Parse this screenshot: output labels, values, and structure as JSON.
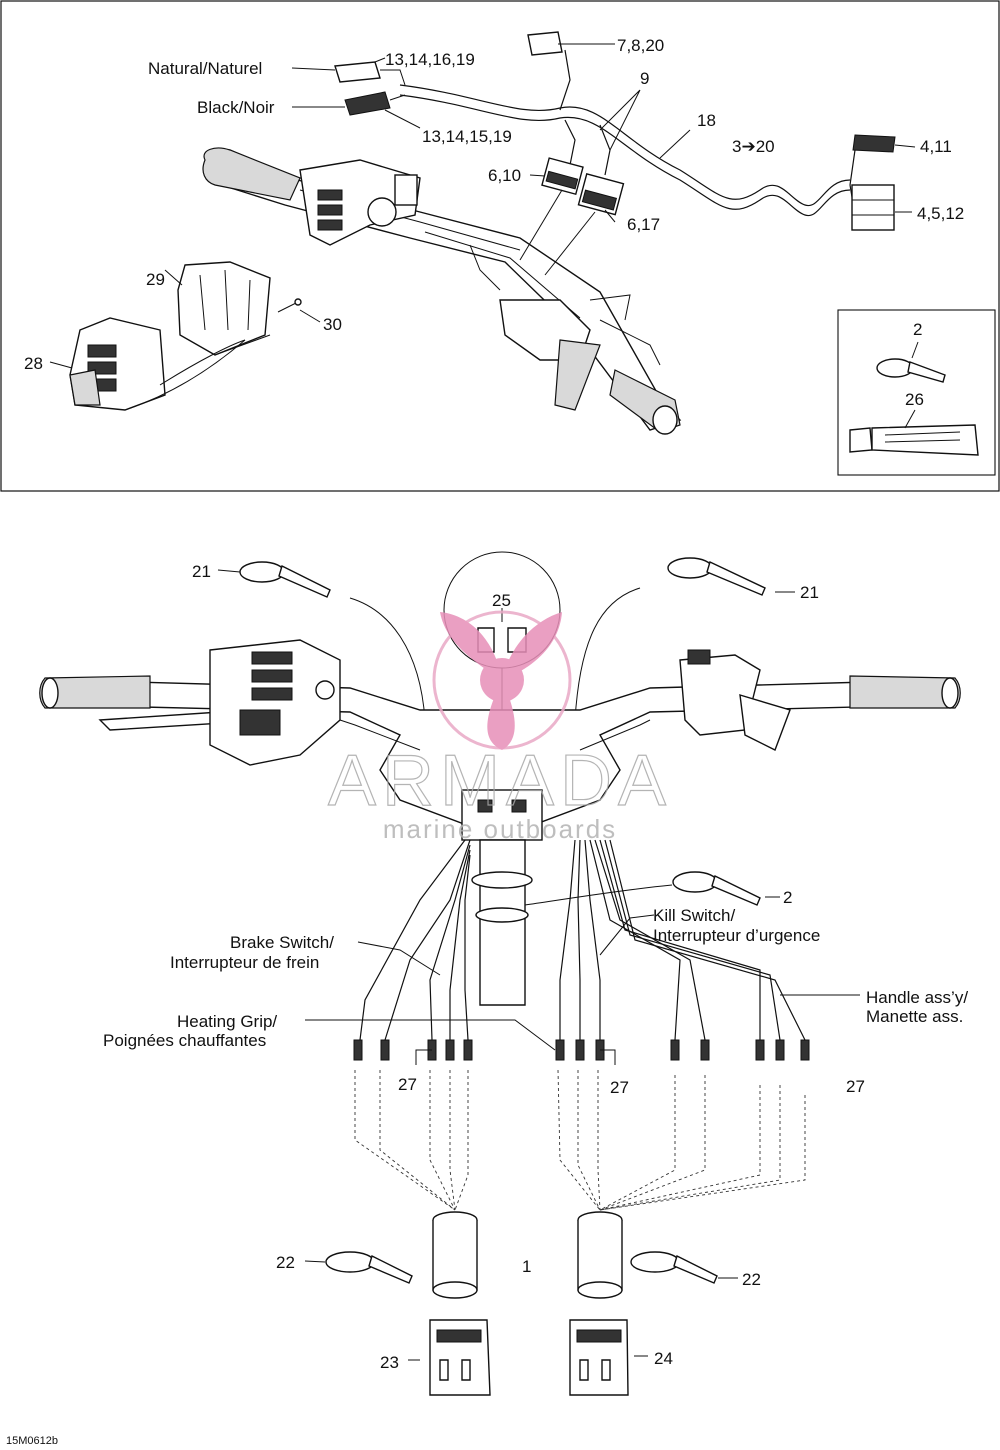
{
  "top_panel": {
    "labels": {
      "natural": "Natural/Naturel",
      "black": "Black/Noir",
      "p13_14_16_19": "13,14,16,19",
      "p13_14_15_19": "13,14,15,19",
      "p7_8_20": "7,8,20",
      "p9": "9",
      "p18": "18",
      "p3_20": "3➔20",
      "p4_11": "4,11",
      "p4_5_12": "4,5,12",
      "p6_10": "6,10",
      "p6_17": "6,17",
      "p29": "29",
      "p30": "30",
      "p28": "28"
    },
    "inset": {
      "p2": "2",
      "p26": "26"
    }
  },
  "bottom_panel": {
    "labels": {
      "p21_left": "21",
      "p21_right": "21",
      "p25": "25",
      "p2": "2",
      "kill_switch_1": "Kill Switch/",
      "kill_switch_2": "Interrupteur d’urgence",
      "brake_switch_1": "Brake Switch/",
      "brake_switch_2": "Interrupteur de frein",
      "handle_1": "Handle ass’y/",
      "handle_2": "Manette ass.",
      "heating_1": "Heating Grip/",
      "heating_2": "Poignées chauffantes",
      "p27_a": "27",
      "p27_b": "27",
      "p27_c": "27",
      "p22_left": "22",
      "p1": "1",
      "p22_right": "22",
      "p23": "23",
      "p24": "24"
    }
  },
  "watermark": {
    "name": "ARMADA",
    "sub": "marine outboards",
    "colors": {
      "accent": "#e78fb8",
      "text": "#a8a8a8"
    }
  },
  "figure_code": "15M0612b"
}
